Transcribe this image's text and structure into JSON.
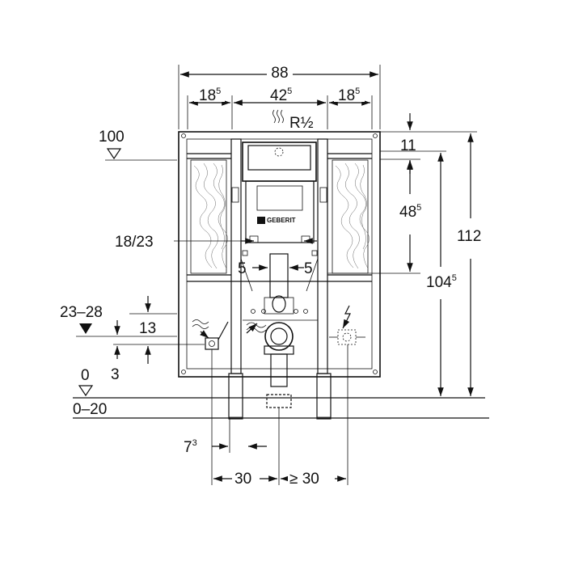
{
  "labels": {
    "width_total": "88",
    "side_left": "18",
    "side_left_sup": "5",
    "center": "42",
    "center_sup": "5",
    "side_right": "18",
    "side_right_sup": "5",
    "thread": "R½",
    "level_100": "100",
    "dim_11": "11",
    "dim_48": "48",
    "dim_48_sup": "5",
    "dim_112": "112",
    "dim_104": "104",
    "dim_104_sup": "5",
    "dim_18_23": "18/23",
    "dim_5_left": "5",
    "dim_5_right": "5",
    "dim_23_28": "23–28",
    "dim_13": "13",
    "dim_3": "3",
    "level_0": "0",
    "level_0_20": "0–20",
    "dim_7": "7",
    "dim_7_sup": "3",
    "dim_30": "30",
    "dim_ge30": "≥ 30",
    "logo": "GEBERIT"
  },
  "colors": {
    "ink": "#111111",
    "wood": "#666666"
  }
}
